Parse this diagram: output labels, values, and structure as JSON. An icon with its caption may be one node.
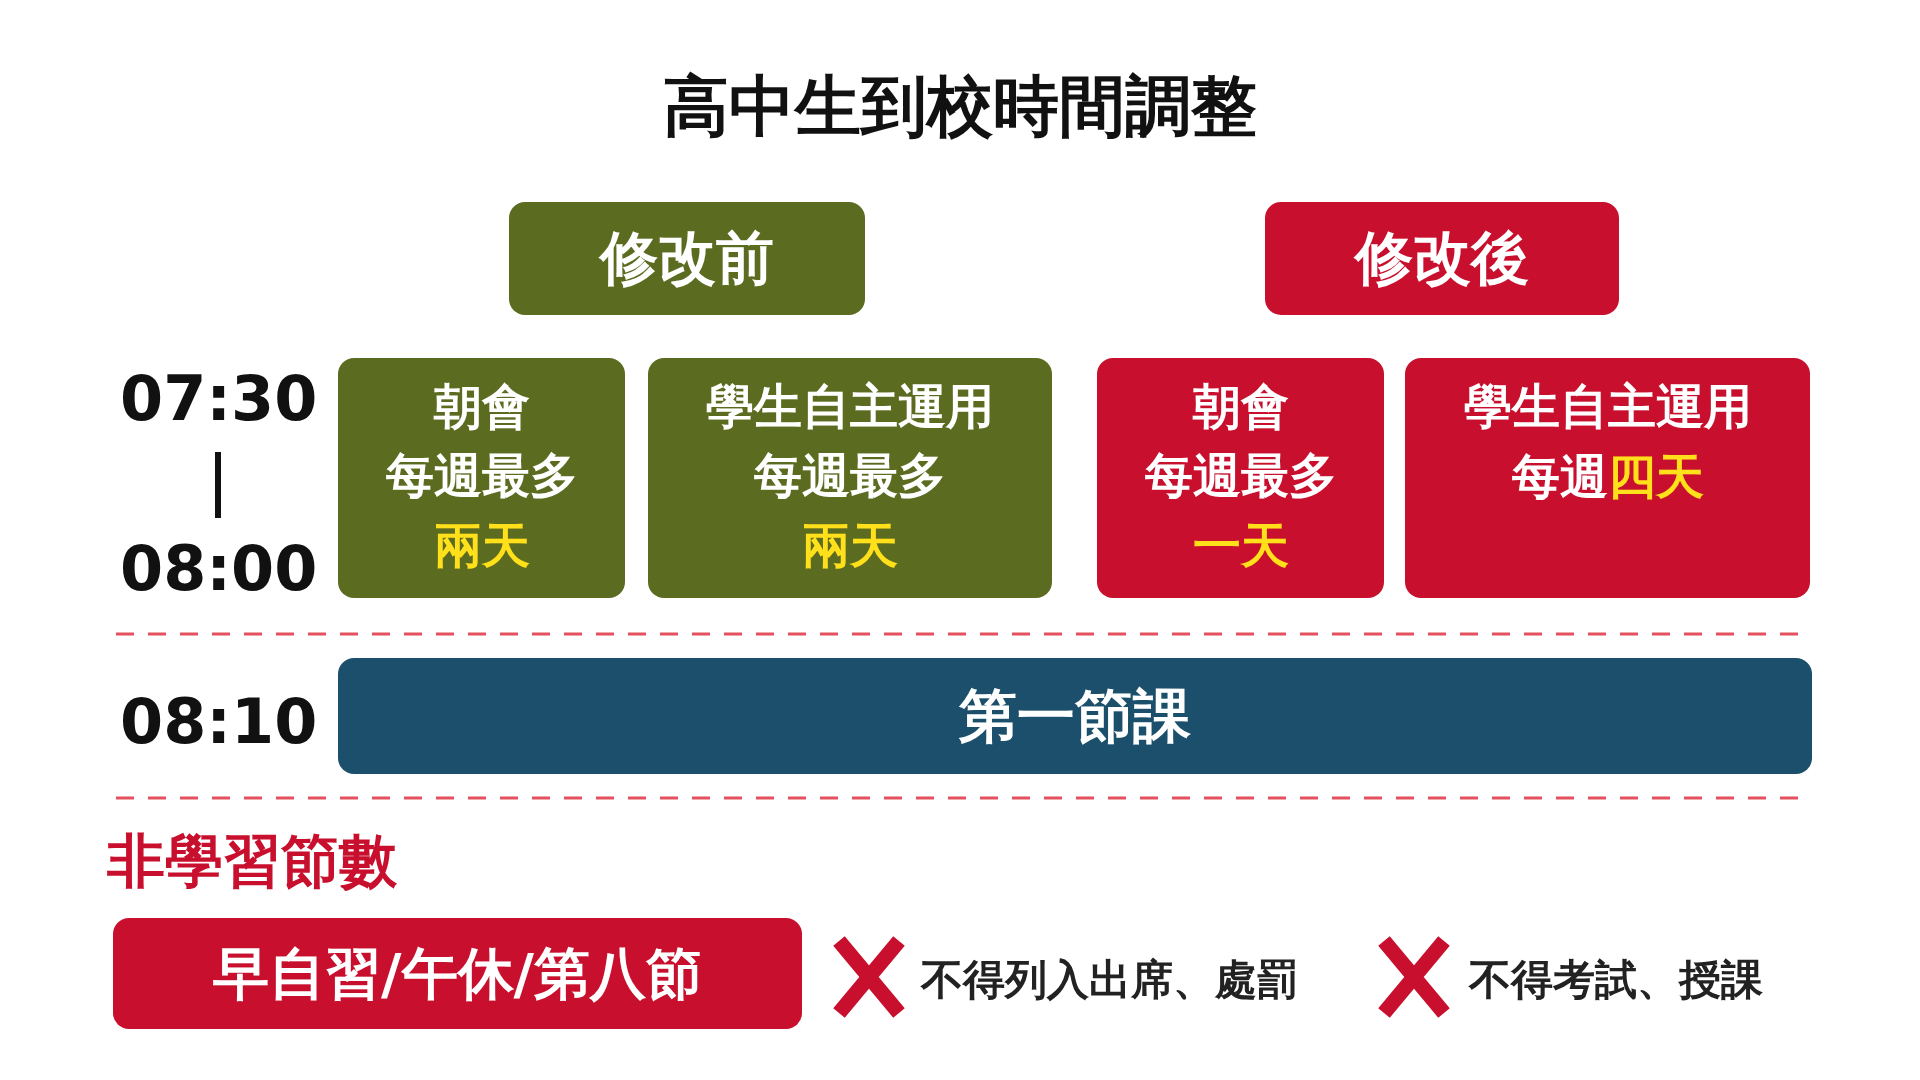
{
  "diagram": {
    "title": "高中生到校時間調整",
    "nodes": [
      {
        "text": [
          "修改前"
        ]
      },
      {
        "text": [
          "修改後"
        ]
      },
      {
        "text": [
          "朝會",
          "每週最多",
          "兩天"
        ]
      },
      {
        "text": [
          "學生自主運用",
          "每週最多",
          "兩天"
        ]
      },
      {
        "text": [
          "朝會",
          "每週最多",
          "一天"
        ]
      },
      {
        "text": [
          "學生自主運用",
          "每週",
          "四天"
        ]
      },
      {
        "text": [
          "第一節課"
        ]
      },
      {
        "text": [
          "非學習節數",
          "早自習/午休/第八節"
        ]
      }
    ],
    "labels": [
      "07:30",
      "08:00",
      "08:10",
      "不得列入出席、處罰",
      "不得考試、授課"
    ]
  }
}
